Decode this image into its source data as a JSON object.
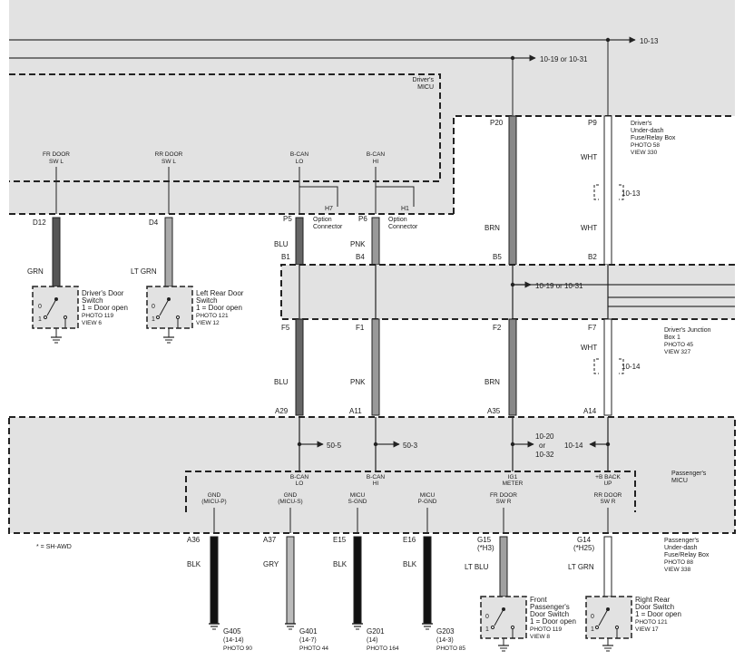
{
  "colors": {
    "box_fill": "#e2e2e2",
    "wire_grn": "#555555",
    "wire_ltgrn": "#aaaaaa",
    "wire_blu": "#666666",
    "wire_pnk": "#999999",
    "wire_brn": "#888888",
    "wire_wht": "#ffffff",
    "wire_blk": "#111111",
    "wire_gry": "#bbbbbb",
    "wire_ltblu": "#a0a0a0"
  },
  "top_refs": {
    "ref_10_13": "10-13",
    "ref_10_19_or_10_31": "10-19 or 10-31"
  },
  "drivers_micu": {
    "title_line1": "Driver's",
    "title_line2": "MICU",
    "fr_door_l1": "FR DOOR",
    "fr_door_l2": "SW L",
    "rr_door_l1": "RR DOOR",
    "rr_door_l2": "SW L",
    "bcan_lo_l1": "B-CAN",
    "bcan_lo_l2": "LO",
    "bcan_hi_l1": "B-CAN",
    "bcan_hi_l2": "HI",
    "h7": "H7",
    "h1": "H1",
    "opt1_l1": "Option",
    "opt1_l2": "Connector",
    "opt2_l1": "Option",
    "opt2_l2": "Connector"
  },
  "fuse_box_driver": {
    "title_l1": "Driver's",
    "title_l2": "Under-dash",
    "title_l3": "Fuse/Relay Box",
    "photo": "PHOTO 58",
    "view": "VIEW 330",
    "pin_p20": "P20",
    "pin_p9": "P9",
    "ref_10_13": "10-13"
  },
  "pins": {
    "d12": "D12",
    "d4": "D4",
    "p5": "P5",
    "p6": "P6",
    "b1": "B1",
    "b4": "B4",
    "b5": "B5",
    "b2": "B2",
    "f5": "F5",
    "f1": "F1",
    "f2": "F2",
    "f7": "F7",
    "a29": "A29",
    "a11": "A11",
    "a35": "A35",
    "a14": "A14",
    "a36": "A36",
    "a37": "A37",
    "e15": "E15",
    "e16": "E16",
    "g15": "G15",
    "g15_sub": "(*H3)",
    "g14": "G14",
    "g14_sub": "(*H25)"
  },
  "wire_labels": {
    "grn": "GRN",
    "lt_grn": "LT GRN",
    "blu_upper": "BLU",
    "pnk_upper": "PNK",
    "brn_upper": "BRN",
    "wht_upper1": "WHT",
    "wht_upper2": "WHT",
    "blu_lower": "BLU",
    "pnk_lower": "PNK",
    "brn_lower": "BRN",
    "wht_lower": "WHT",
    "blk1": "BLK",
    "gry": "GRY",
    "blk2": "BLK",
    "blk3": "BLK",
    "lt_blu": "LT BLU",
    "lt_grn_lower": "LT GRN"
  },
  "switches": {
    "driver_door": {
      "l1": "Driver's Door",
      "l2": "Switch",
      "l3": "1 = Door open",
      "photo": "PHOTO 119",
      "view": "VIEW 6"
    },
    "left_rear_door": {
      "l1": "Left Rear Door",
      "l2": "Switch",
      "l3": "1 = Door open",
      "photo": "PHOTO 121",
      "view": "VIEW 12"
    },
    "front_passenger_door": {
      "l1": "Front",
      "l2": "Passenger's",
      "l3": "Door Switch",
      "l4": "1 = Door open",
      "photo": "PHOTO 119",
      "view": "VIEW 8"
    },
    "right_rear_door": {
      "l1": "Right Rear",
      "l2": "Door Switch",
      "l3": "1 = Door open",
      "photo": "PHOTO 121",
      "view": "VIEW 17"
    },
    "pos0": "0",
    "pos1": "1"
  },
  "junction_box": {
    "title_l1": "Driver's Junction",
    "title_l2": "Box 1",
    "photo": "PHOTO 45",
    "view": "VIEW 327",
    "ref_10_19_or_10_31": "10-19 or 10-31",
    "ref_10_14": "10-14"
  },
  "passengers_micu": {
    "title_l1": "Passenger's",
    "title_l2": "MICU",
    "ref_50_5": "50-5",
    "ref_50_3": "50-3",
    "ref_10_20_l1": "10-20",
    "ref_10_20_l2": "or",
    "ref_10_20_l3": "10-32",
    "ref_10_14": "10-14",
    "gnd_p_l1": "GND",
    "gnd_p_l2": "(MICU-P)",
    "gnd_s_l1": "GND",
    "gnd_s_l2": "(MICU-S)",
    "micu_sgnd_l1": "MICU",
    "micu_sgnd_l2": "S-GND",
    "micu_pgnd_l1": "MICU",
    "micu_pgnd_l2": "P-GND",
    "bcan_lo_l1": "B-CAN",
    "bcan_lo_l2": "LO",
    "bcan_hi_l1": "B-CAN",
    "bcan_hi_l2": "HI",
    "ig1_l1": "IG1",
    "ig1_l2": "METER",
    "fr_door_l1": "FR DOOR",
    "fr_door_l2": "SW R",
    "rr_door_l1": "RR DOOR",
    "rr_door_l2": "SW R",
    "backup_l1": "+B BACK",
    "backup_l2": "UP"
  },
  "passenger_fuse_box": {
    "title_l1": "Passenger's",
    "title_l2": "Under-dash",
    "title_l3": "Fuse/Relay Box",
    "photo": "PHOTO 88",
    "view": "VIEW 338"
  },
  "footnote": "* = SH-AWD",
  "grounds": {
    "g405": {
      "name": "G405",
      "sub": "(14-14)",
      "photo": "PHOTO 90"
    },
    "g401": {
      "name": "G401",
      "sub": "(14-7)",
      "photo": "PHOTO 44"
    },
    "g201": {
      "name": "G201",
      "sub": "(14)",
      "photo": "PHOTO 164"
    },
    "g203": {
      "name": "G203",
      "sub": "(14-3)",
      "photo": "PHOTO 85"
    }
  }
}
